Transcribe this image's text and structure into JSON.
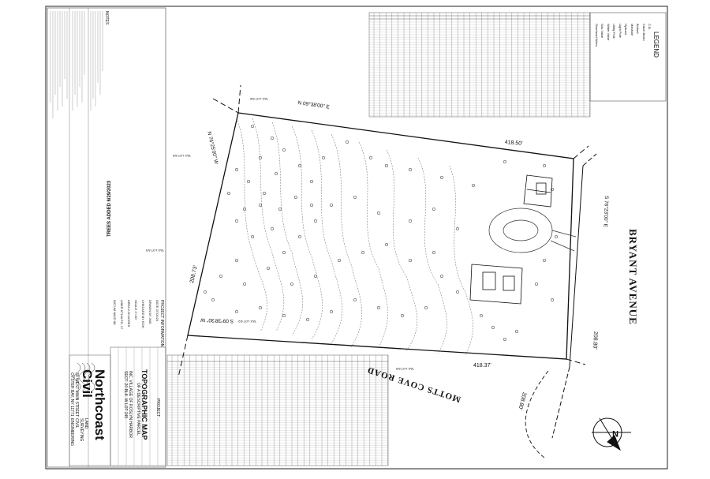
{
  "map": {
    "title": "TOPOGRAPHIC MAP",
    "subtitle": "OF A DESCRIPTIVE PARCEL",
    "project_heading": "PROJECT",
    "location_lines": [
      "INC. VILLAGE OF ROSLYN HARBOR",
      "SECT. 20 BLK. W LOT 245"
    ],
    "road_1": "BRYANT AVENUE",
    "road_2": "MOTTS COVE ROAD",
    "trees_note": "TREES ADDED 6/29/2023",
    "north_label": "N"
  },
  "bearings": [
    {
      "key": "north",
      "text": "N 09°38'00\" E"
    },
    {
      "key": "west",
      "text": "N 76°25'00\" W"
    },
    {
      "key": "south",
      "text": "S 09°38'30\" W"
    },
    {
      "key": "east",
      "text": "S 76°23'00\" E"
    }
  ],
  "distances": [
    {
      "key": "top",
      "text": "418.50'"
    },
    {
      "key": "left",
      "text": "208.73'"
    },
    {
      "key": "bottom",
      "text": "418.37'"
    },
    {
      "key": "right",
      "text": "208.80'"
    },
    {
      "key": "road",
      "text": "208.80'"
    }
  ],
  "lot_labels": [
    "TAX LOT 8/6",
    "TAX LOT 8/5",
    "TAX LOT 8/3",
    "TAX LOT 8/2",
    "TAX LOT 8/9"
  ],
  "legend": {
    "title": "LEGEND",
    "items": [
      "C.B.",
      "Catch Basin",
      "Bollard",
      "Manhole",
      "Hydrant",
      "Light Pole",
      "Utility Pole",
      "Water Valve",
      "Gas Valve",
      "Overhead Wires"
    ]
  },
  "project_info": {
    "heading": "PROJECT INFORMATION",
    "rows": [
      {
        "k": "DATE",
        "v": "3/7/2023"
      },
      {
        "k": "DRAWN BY",
        "v": "JMS"
      },
      {
        "k": "CHECKED BY",
        "v": "EDH"
      },
      {
        "k": "SCALE",
        "v": "1\"=30'"
      },
      {
        "k": "AREA",
        "v": "2.00 ACRES"
      },
      {
        "k": "LIBER",
        "v": "87146 PG. 17"
      },
      {
        "k": "DATUM",
        "v": "NAVD 88"
      }
    ]
  },
  "company": {
    "name_1": "Northcoast",
    "name_2": "Civil",
    "tagline_1": "LAND",
    "tagline_2": "SURVEYING",
    "tagline_3": "CIVIL",
    "tagline_4": "ENGINEERING",
    "address_1": "30 WEST MAIN STREET",
    "address_2": "OYSTER BAY, NY 11771"
  },
  "notes_heading": "NOTES"
}
